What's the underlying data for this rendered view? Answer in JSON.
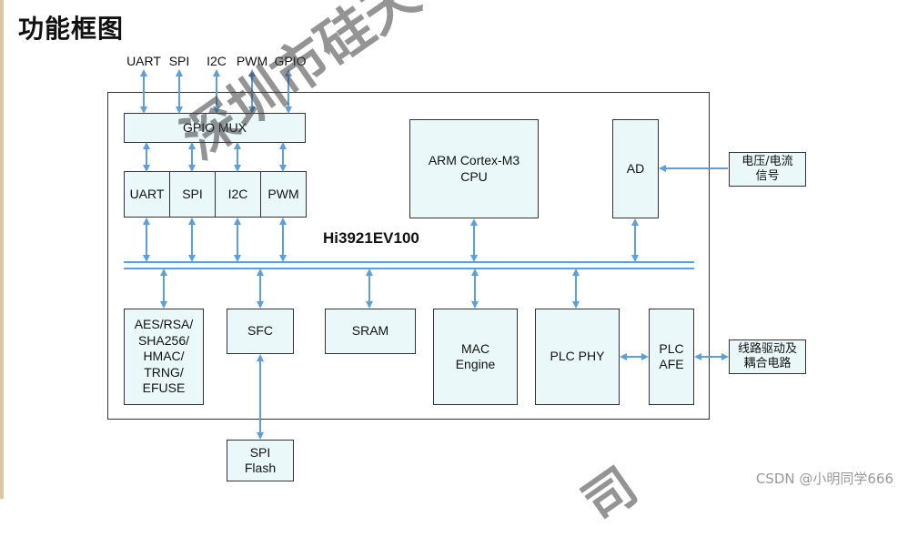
{
  "title": "功能框图",
  "top_pins": [
    "UART",
    "SPI",
    "I2C",
    "PWM",
    "GPIO"
  ],
  "chip": {
    "name": "Hi3921EV100",
    "gpio_mux": "GPIO MUX",
    "peripherals": [
      "UART",
      "SPI",
      "I2C",
      "PWM"
    ],
    "cpu": [
      "ARM Cortex-M3",
      "CPU"
    ],
    "ad": "AD",
    "crypto": [
      "AES/RSA/",
      "SHA256/",
      "HMAC/",
      "TRNG/",
      "EFUSE"
    ],
    "sfc": "SFC",
    "sram": "SRAM",
    "mac": [
      "MAC",
      "Engine"
    ],
    "plc_phy": "PLC PHY",
    "plc_afe": [
      "PLC",
      "AFE"
    ]
  },
  "external": {
    "voltage_signal": [
      "电压/电流",
      "信号"
    ],
    "line_driver": [
      "线路驱动及",
      "耦合电路"
    ],
    "spi_flash": [
      "SPI",
      "Flash"
    ]
  },
  "watermark": "深圳市硅天下科技有",
  "watermark_fragment": "司",
  "credit": "CSDN @小明同学666",
  "colors": {
    "box_fill": "#eaf8fa",
    "arrow": "#5a9fe0",
    "border": "#333333"
  }
}
